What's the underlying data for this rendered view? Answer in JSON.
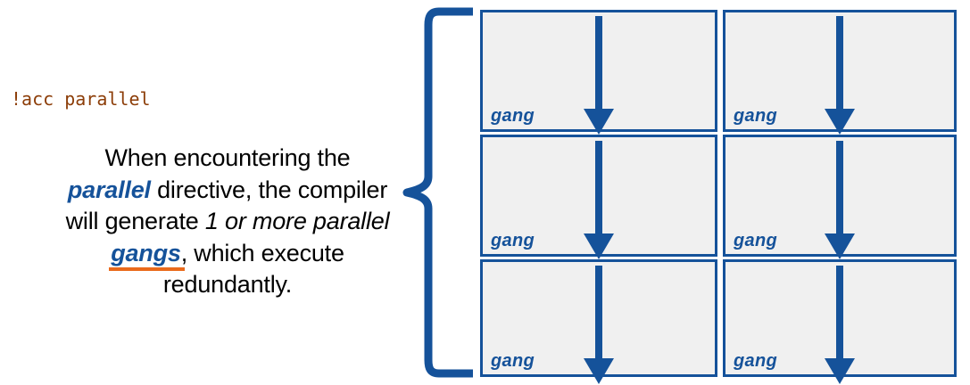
{
  "slide": {
    "background_color": "#ffffff",
    "accent_blue": "#15529a",
    "accent_orange": "#ea6a1b",
    "code_color": "#8c3d08",
    "cell_fill": "#f0f0f0"
  },
  "left": {
    "code_line": "!acc parallel",
    "paragraph": {
      "segment_1": "When encountering the ",
      "keyword_parallel": "parallel",
      "segment_2": " directive, the compiler will generate ",
      "italic_phrase": "1 or more parallel",
      "space": " ",
      "keyword_gangs": "gangs",
      "segment_3": ", which execute redundantly."
    }
  },
  "brace": {
    "icon": "left-curly-brace-icon",
    "color": "#15529a"
  },
  "grid": {
    "rows": 3,
    "columns": 2,
    "cells": [
      {
        "label": "gang",
        "arrow": "down-arrow-icon"
      },
      {
        "label": "gang",
        "arrow": "down-arrow-icon"
      },
      {
        "label": "gang",
        "arrow": "down-arrow-icon"
      },
      {
        "label": "gang",
        "arrow": "down-arrow-icon"
      },
      {
        "label": "gang",
        "arrow": "down-arrow-icon"
      },
      {
        "label": "gang",
        "arrow": "down-arrow-icon"
      }
    ]
  }
}
